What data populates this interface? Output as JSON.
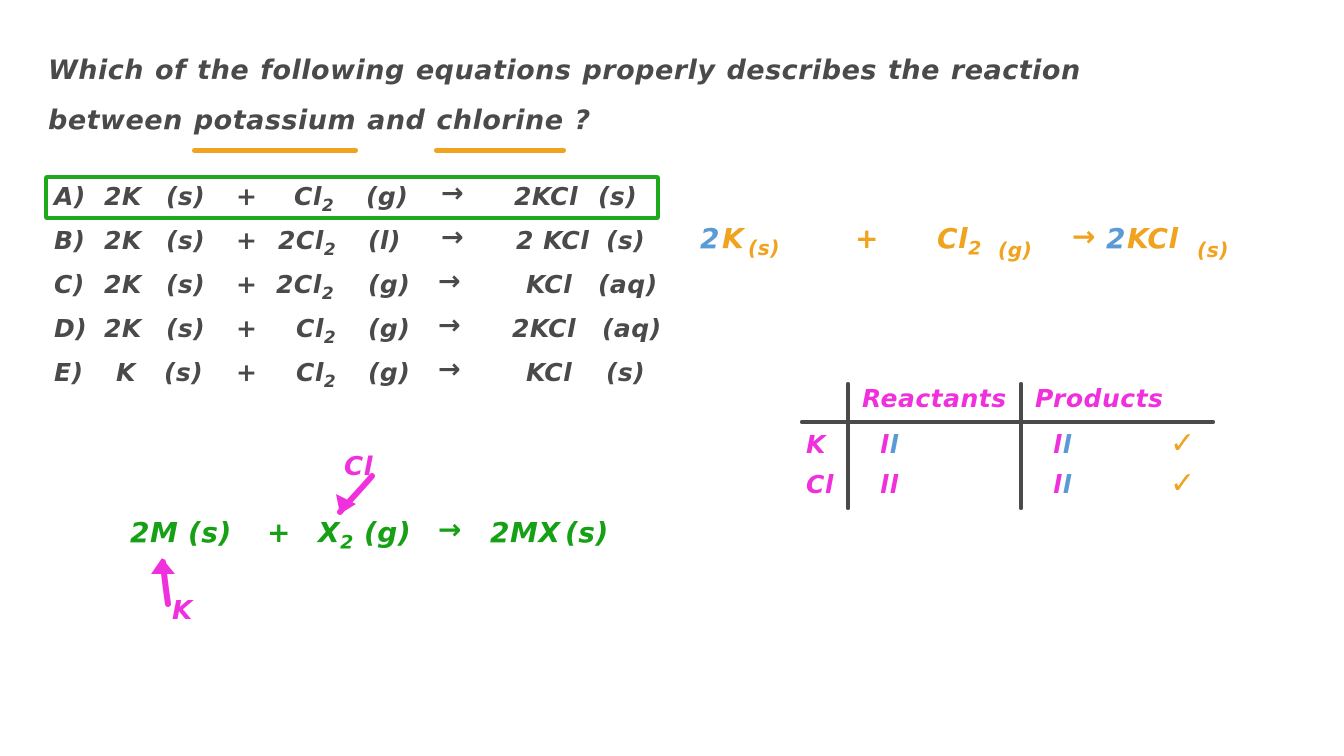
{
  "question": {
    "line1": [
      "Which",
      "of",
      "the",
      "following",
      "equations",
      "properly",
      "describes",
      "the",
      "reaction"
    ],
    "line2_pre": "between",
    "line2_term1": "potassium",
    "line2_mid": "and",
    "line2_term2": "chlorine",
    "line2_post": "?"
  },
  "options": [
    {
      "letter": "A)",
      "reagent1": "2K",
      "state1": "(s)",
      "plus": "+",
      "reagent2": "Cl",
      "reagent2_sub": "2",
      "state2": "(g)",
      "arrow": "→",
      "product": "2KCl",
      "state3": "(s)",
      "correct": true
    },
    {
      "letter": "B)",
      "reagent1": "2K",
      "state1": "(s)",
      "plus": "+",
      "reagent2": "2Cl",
      "reagent2_sub": "2",
      "state2": "(l)",
      "arrow": "→",
      "product": "2 KCl",
      "state3": "(s)",
      "correct": false
    },
    {
      "letter": "C)",
      "reagent1": "2K",
      "state1": "(s)",
      "plus": "+",
      "reagent2": "2Cl",
      "reagent2_sub": "2",
      "state2": "(g)",
      "arrow": "→",
      "product": "KCl",
      "state3": "(aq)",
      "correct": false
    },
    {
      "letter": "D)",
      "reagent1": "2K",
      "state1": "(s)",
      "plus": "+",
      "reagent2": "Cl",
      "reagent2_sub": "2",
      "state2": "(g)",
      "arrow": "→",
      "product": "2KCl",
      "state3": "(aq)",
      "correct": false
    },
    {
      "letter": "E)",
      "reagent1": "K",
      "state1": "(s)",
      "plus": "+",
      "reagent2": "Cl",
      "reagent2_sub": "2",
      "state2": "(g)",
      "arrow": "→",
      "product": "KCl",
      "state3": "(s)",
      "correct": false
    }
  ],
  "balanced_equation": {
    "coef1": "2",
    "formula1": "K",
    "state1": "(s)",
    "plus": "+",
    "formula2": "Cl",
    "formula2_sub": "2",
    "state2": "(g)",
    "arrow": "→",
    "coef3": "2",
    "formula3": "KCl",
    "state3": "(s)"
  },
  "tally_table": {
    "col_reactants": "Reactants",
    "col_products": "Products",
    "rows": [
      {
        "element": "K",
        "reactants": "ll",
        "products": "ll",
        "balanced_mark": "✓"
      },
      {
        "element": "Cl",
        "reactants": "ll",
        "products": "ll",
        "balanced_mark": "✓"
      }
    ]
  },
  "general_equation": {
    "coef1": "2",
    "symbol1": "M",
    "state1": "(s)",
    "plus": "+",
    "symbol2": "X",
    "symbol2_sub": "2",
    "state2": "(g)",
    "arrow": "→",
    "coef3": "2",
    "symbol3": "MX",
    "state3": "(s)"
  },
  "annotations": {
    "metal_label": "K",
    "halogen_label": "Cl"
  },
  "colors": {
    "ink": "#4a4a4a",
    "orange": "#f0a31e",
    "blue": "#5b9bd5",
    "magenta": "#f030dc",
    "green": "#15a015",
    "box_green": "#1da81d"
  }
}
